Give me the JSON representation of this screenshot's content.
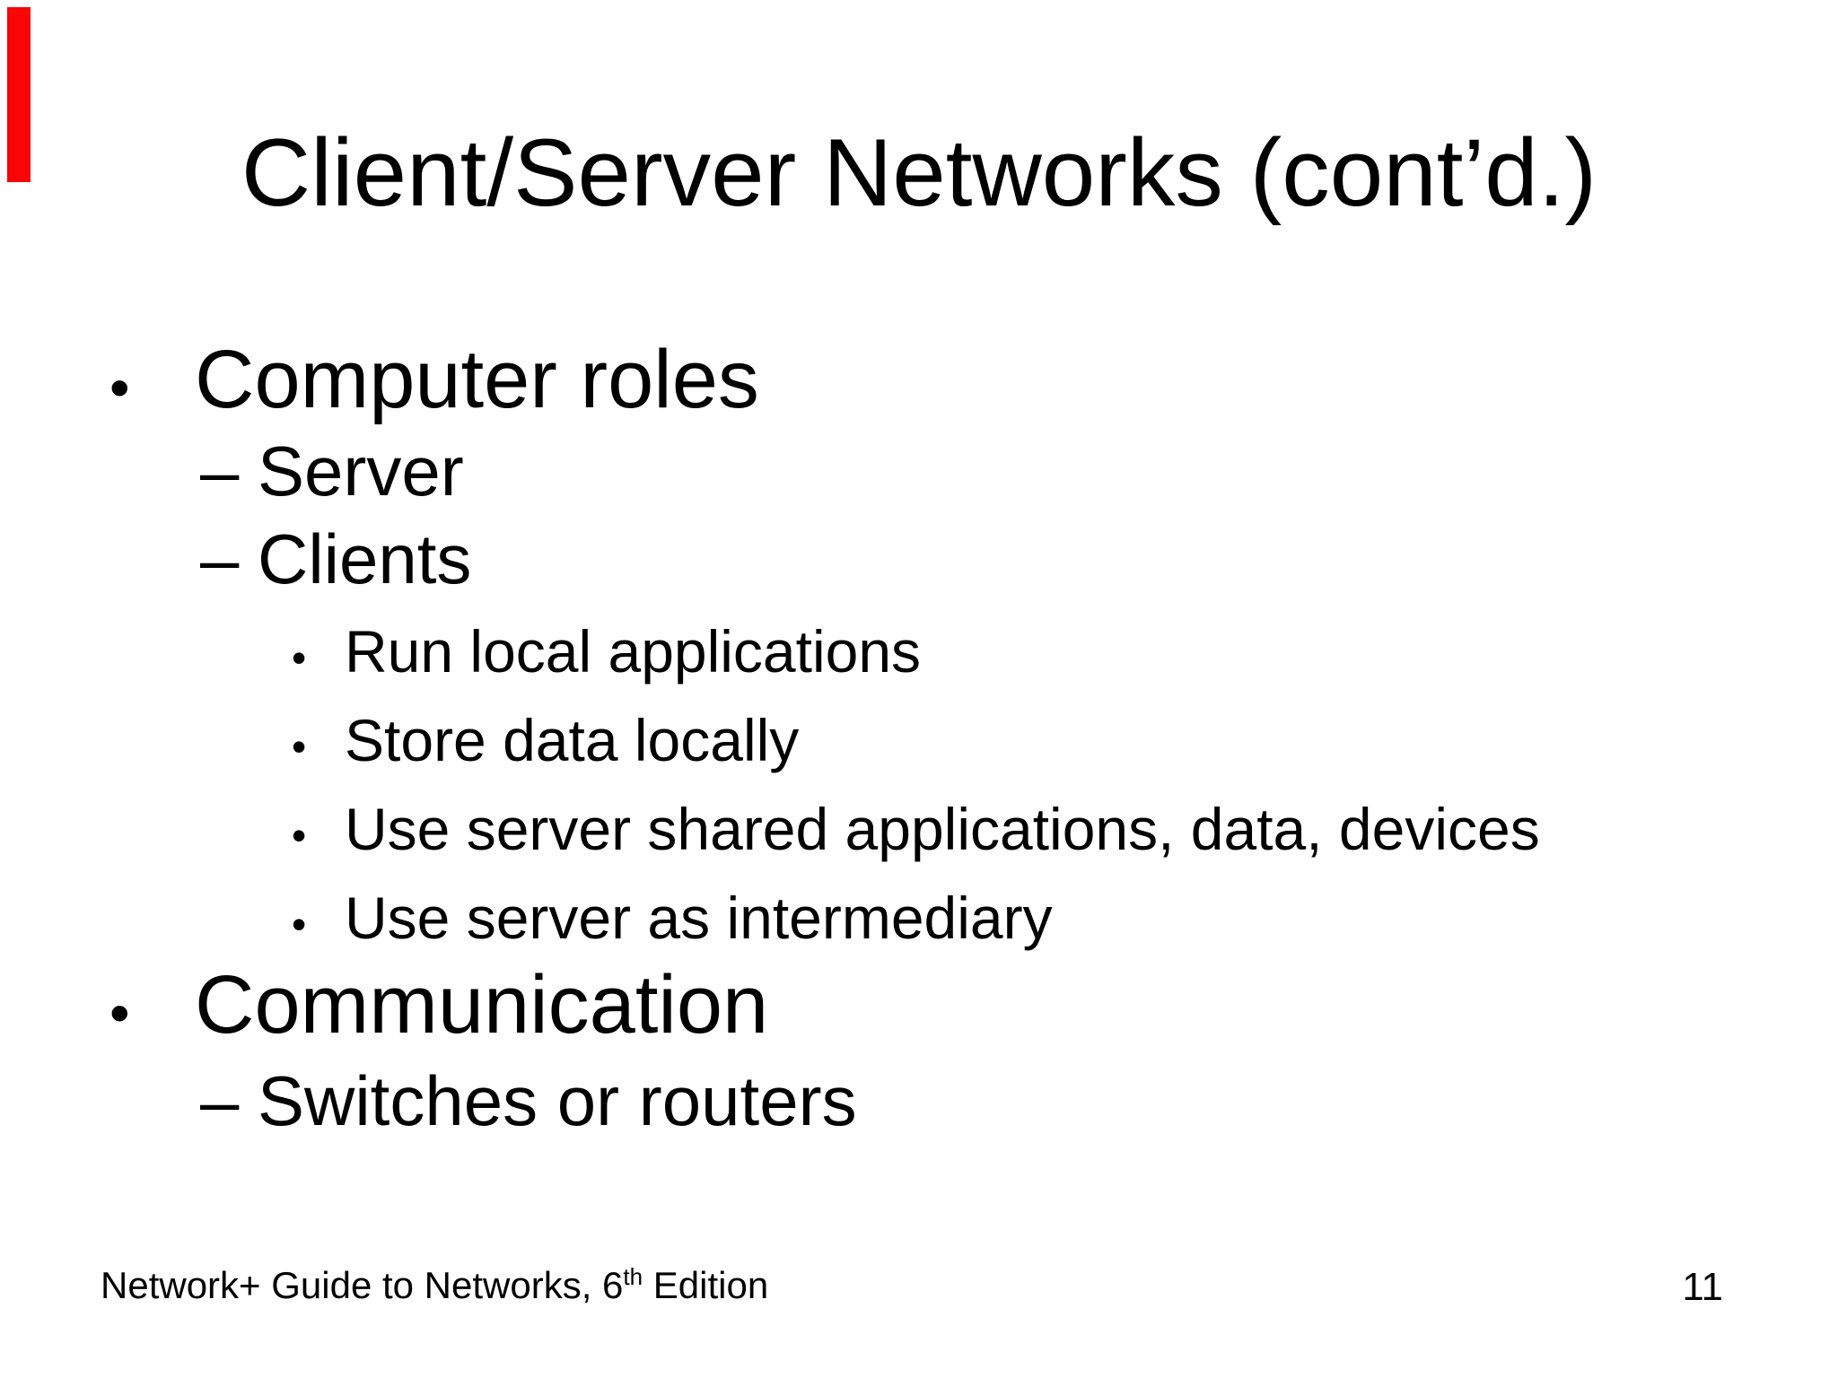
{
  "slide": {
    "title": "Client/Server Networks (cont’d.)",
    "content": {
      "items": [
        {
          "level": 1,
          "marker": "•",
          "text": "Computer roles"
        },
        {
          "level": 2,
          "marker": "–",
          "text": "Server"
        },
        {
          "level": 2,
          "marker": "–",
          "text": "Clients"
        },
        {
          "level": 3,
          "marker": "•",
          "text": "Run local applications"
        },
        {
          "level": 3,
          "marker": "•",
          "text": "Store data locally"
        },
        {
          "level": 3,
          "marker": "•",
          "text": "Use server shared applications, data, devices"
        },
        {
          "level": 3,
          "marker": "•",
          "text": "Use server as intermediary"
        },
        {
          "level": 1,
          "marker": "•",
          "text": "Communication"
        },
        {
          "level": 2,
          "marker": "–",
          "text": "Switches or routers"
        }
      ]
    },
    "footer": {
      "book_title_prefix": "Network+ Guide to Networks, 6",
      "edition_superscript": "th",
      "book_title_suffix": " Edition",
      "page_number": "11"
    },
    "colors": {
      "background": "#ffffff",
      "text": "#000000",
      "edge_marker": "#fa0505"
    }
  }
}
